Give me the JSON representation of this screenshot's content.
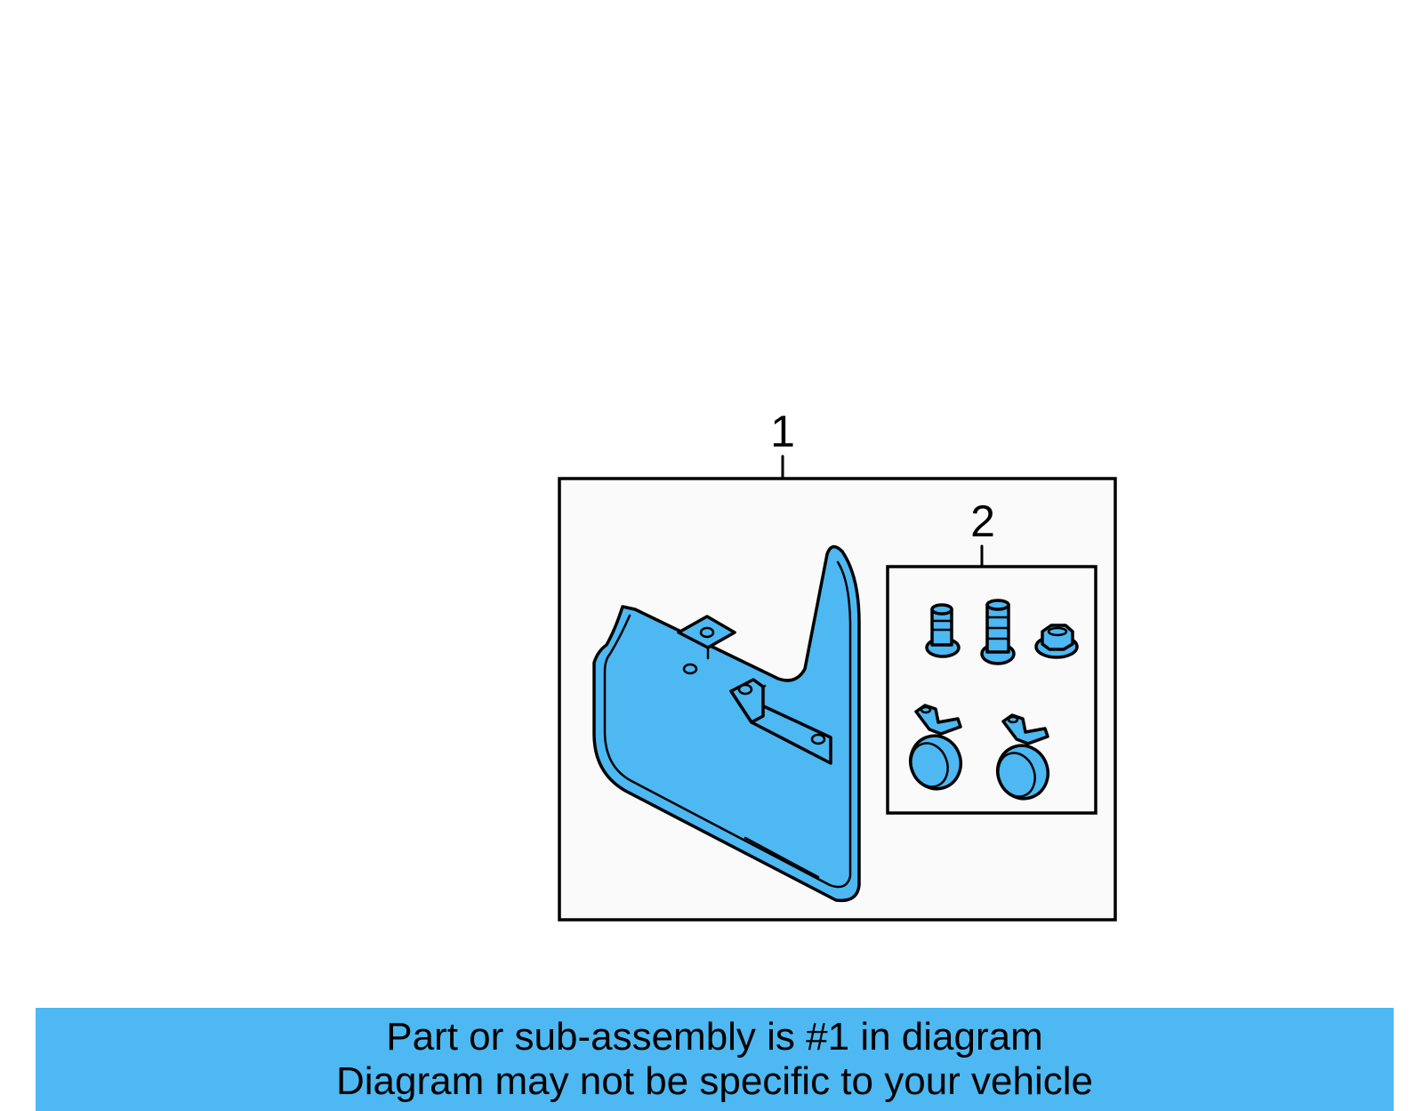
{
  "callouts": {
    "part_1": "1",
    "part_2": "2"
  },
  "banner": {
    "line1": "Part or sub-assembly is #1 in diagram",
    "line2": "Diagram may not be specific to your vehicle"
  },
  "colors": {
    "part_fill": "#4db8f2",
    "banner_bg": "#4db8f2",
    "outline": "#000000",
    "box_fill": "#fafafa"
  }
}
